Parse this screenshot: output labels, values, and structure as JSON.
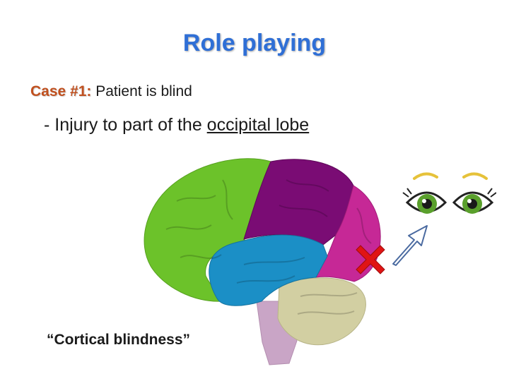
{
  "slide": {
    "title": "Role playing",
    "case_label": "Case #1:",
    "case_text": " Patient is blind",
    "injury_prefix": "- Injury to part of the ",
    "injury_term": "occipital lobe",
    "caption": "“Cortical blindness”"
  },
  "colors": {
    "title": "#2f6fd6",
    "case_label": "#c0501f",
    "frontal_lobe": "#6cc22a",
    "parietal_lobe": "#7a0c74",
    "occipital_lobe": "#c62896",
    "temporal_lobe": "#1b8fc6",
    "cerebellum": "#d2cfa2",
    "brainstem": "#c9a5c6",
    "lesion_marker": "#e01414",
    "arrow_outline": "#4a6aa0",
    "iris": "#5aa02c",
    "eyelash": "#222222",
    "eyebrow": "#e6c23a"
  },
  "icons": {
    "lesion_marker": "red-x-icon",
    "direction": "outlined-arrow-icon",
    "eyes": "cartoon-eyes-icon"
  }
}
